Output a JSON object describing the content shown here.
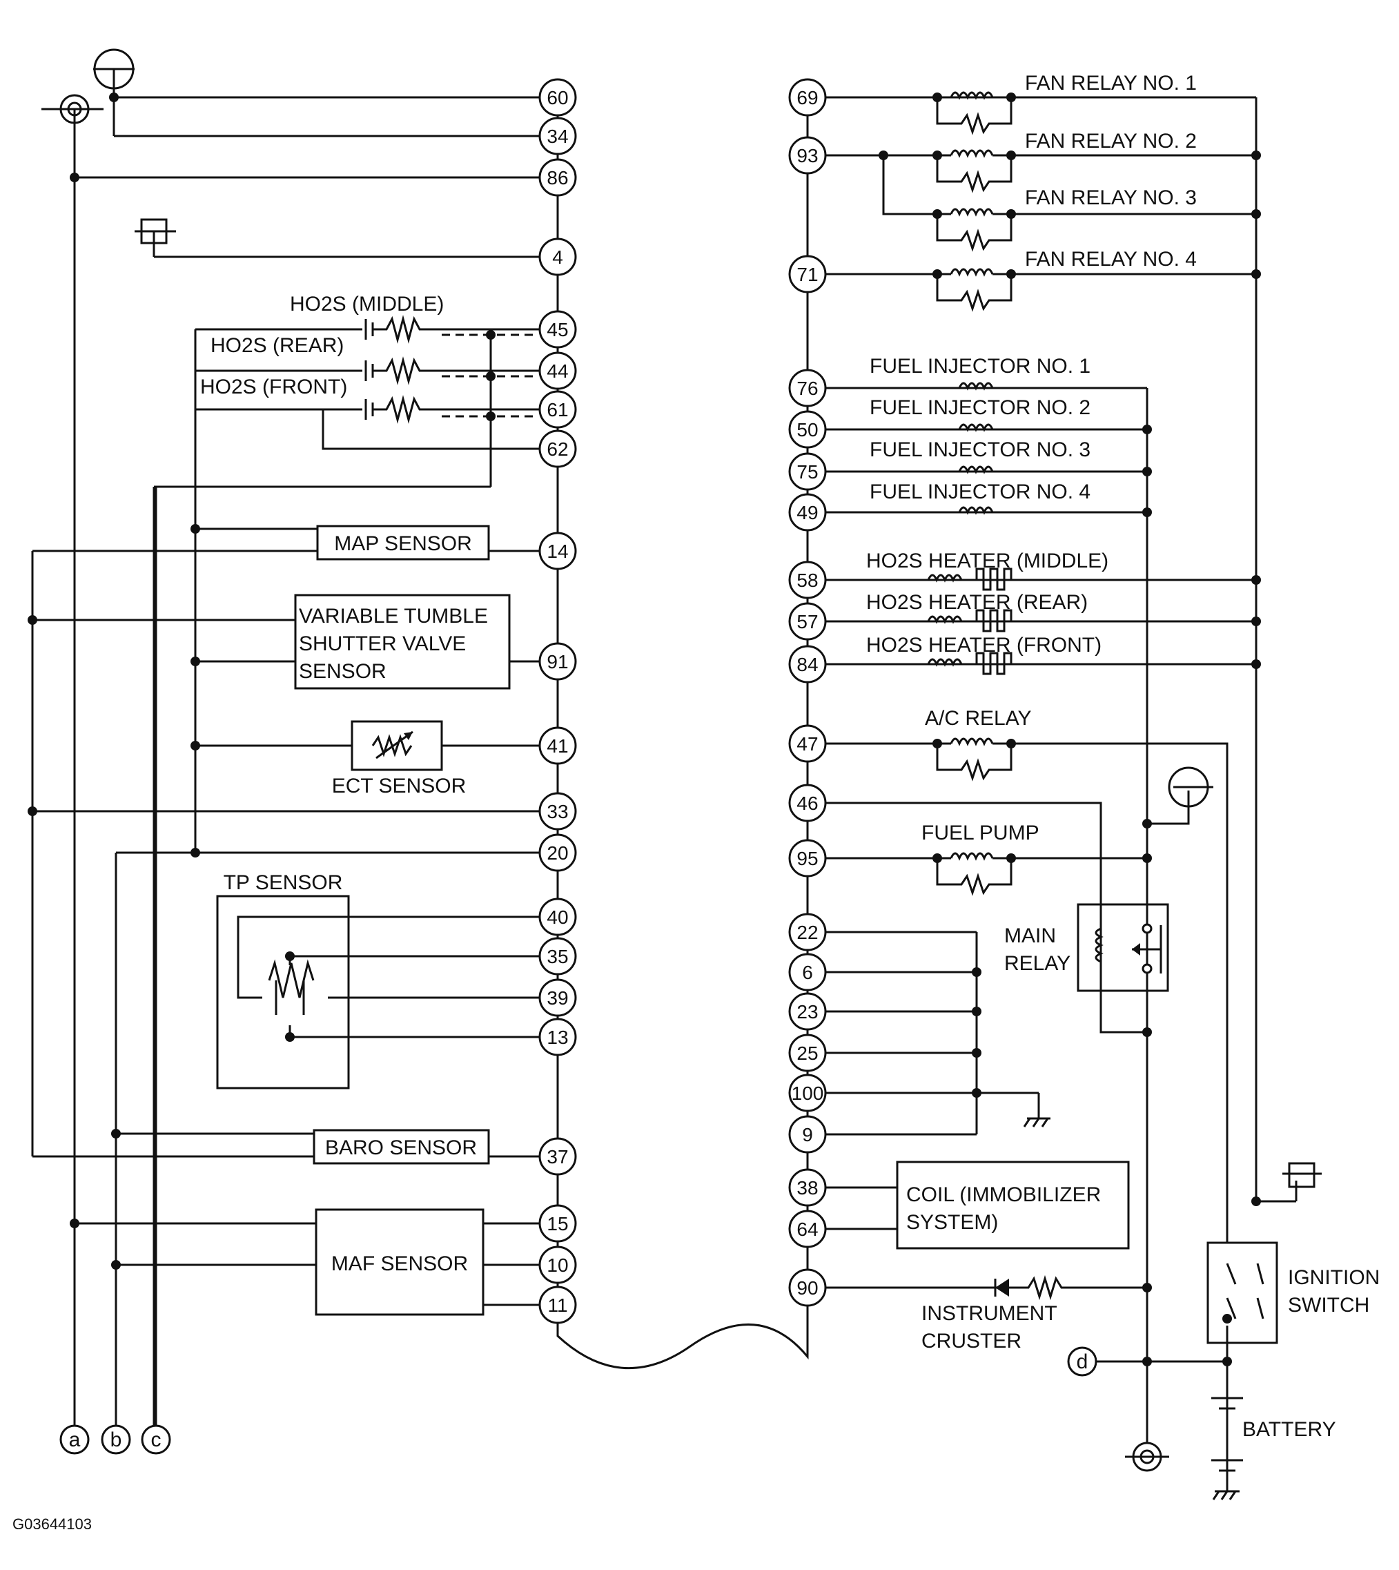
{
  "ecm_pins_left": [
    "60",
    "34",
    "86",
    "4",
    "45",
    "44",
    "61",
    "62",
    "14",
    "91",
    "41",
    "33",
    "20",
    "40",
    "35",
    "39",
    "13",
    "37",
    "15",
    "10",
    "11"
  ],
  "ecm_pins_right": [
    "69",
    "93",
    "71",
    "76",
    "50",
    "75",
    "49",
    "58",
    "57",
    "84",
    "47",
    "46",
    "95",
    "22",
    "6",
    "23",
    "25",
    "100",
    "9",
    "38",
    "64",
    "90"
  ],
  "labels": {
    "ho2s_middle": "HO2S (MIDDLE)",
    "ho2s_rear": "HO2S (REAR)",
    "ho2s_front": "HO2S (FRONT)",
    "map_sensor": "MAP SENSOR",
    "vts_line1": "VARIABLE TUMBLE",
    "vts_line2": "SHUTTER VALVE",
    "vts_line3": "SENSOR",
    "ect_sensor": "ECT SENSOR",
    "tp_sensor": "TP SENSOR",
    "baro_sensor": "BARO SENSOR",
    "maf_sensor": "MAF SENSOR",
    "fan_relay_1": "FAN RELAY NO. 1",
    "fan_relay_2": "FAN RELAY NO. 2",
    "fan_relay_3": "FAN RELAY NO. 3",
    "fan_relay_4": "FAN RELAY NO. 4",
    "injector_1": "FUEL INJECTOR NO. 1",
    "injector_2": "FUEL INJECTOR NO. 2",
    "injector_3": "FUEL INJECTOR NO. 3",
    "injector_4": "FUEL INJECTOR NO. 4",
    "heater_middle": "HO2S HEATER (MIDDLE)",
    "heater_rear": "HO2S HEATER (REAR)",
    "heater_front": "HO2S HEATER (FRONT)",
    "ac_relay": "A/C RELAY",
    "fuel_pump": "FUEL PUMP",
    "main_relay_1": "MAIN",
    "main_relay_2": "RELAY",
    "coil_1": "COIL (IMMOBILIZER",
    "coil_2": "SYSTEM)",
    "instrument_1": "INSTRUMENT",
    "instrument_2": "CRUSTER",
    "ignition_1": "IGNITION",
    "ignition_2": "SWITCH",
    "battery": "BATTERY",
    "connector_a": "a",
    "connector_b": "b",
    "connector_c": "c",
    "connector_d": "d",
    "figure_code": "G03644103"
  }
}
